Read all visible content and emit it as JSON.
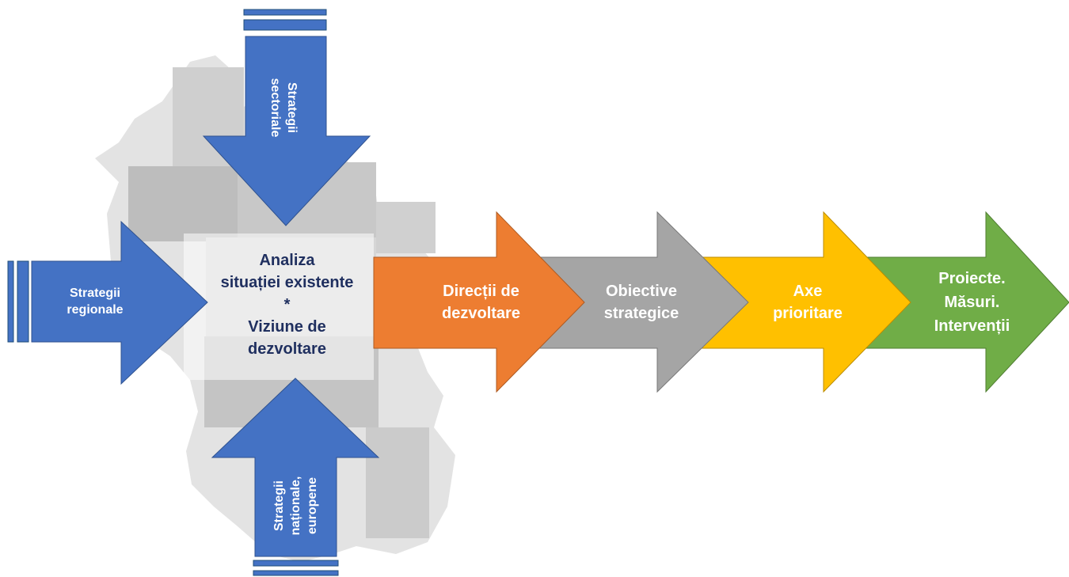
{
  "colors": {
    "blue": "#4472c4",
    "orange": "#ed7d31",
    "gray": "#a5a5a5",
    "yellow": "#ffc000",
    "green": "#70ad47",
    "center_text": "#1f2f5f"
  },
  "inputs": {
    "top": [
      "Strategii",
      "sectoriale"
    ],
    "left": [
      "Strategii",
      "regionale"
    ],
    "bottom": [
      "Strategii",
      "naționale,",
      "europene"
    ]
  },
  "center": {
    "line1": "Analiza",
    "line2": "situației existente",
    "line3": "*",
    "line4": "Viziune de",
    "line5": "dezvoltare"
  },
  "chain": [
    {
      "line1": "Direcții de",
      "line2": "dezvoltare",
      "color": "#ed7d31"
    },
    {
      "line1": "Obiective",
      "line2": "strategice",
      "color": "#a5a5a5"
    },
    {
      "line1": "Axe",
      "line2": "prioritare",
      "color": "#ffc000"
    },
    {
      "line1": "Proiecte.",
      "line2": "Măsuri.",
      "line3": "Intervenții",
      "color": "#70ad47"
    }
  ]
}
